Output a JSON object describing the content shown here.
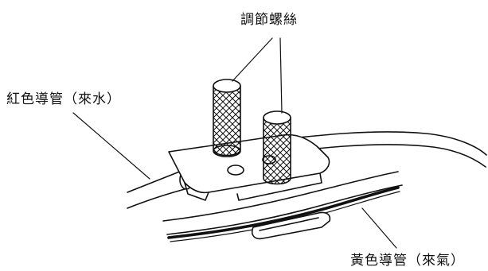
{
  "labels": {
    "adjust_screws": "調節螺絲",
    "red_tube": "紅色導管（來水）",
    "yellow_tube": "黃色導管（來氣）"
  }
}
